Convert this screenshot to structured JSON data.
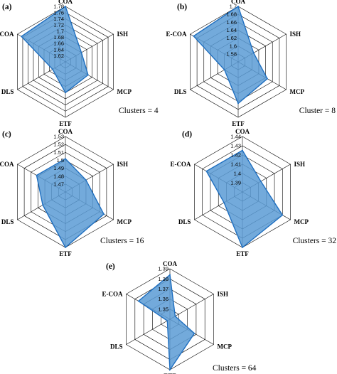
{
  "chart_data": [
    {
      "type": "radar",
      "panel": "(a)",
      "caption": "Clusters = 4",
      "axes": [
        "COA",
        "ISH",
        "MCP",
        "ETF",
        "DLS",
        "E-COA"
      ],
      "ticks": [
        "1.62",
        "1.64",
        "1.66",
        "1.68",
        "1.7",
        "1.72",
        "1.74",
        "1.76",
        "1.78"
      ],
      "rlim": [
        1.6,
        1.78
      ],
      "values": [
        1.78,
        1.66,
        1.685,
        1.7,
        1.648,
        1.765
      ],
      "color": "#5b9bd5",
      "edge": "#1f6fc0"
    },
    {
      "type": "radar",
      "panel": "(b)",
      "caption": "Cluster = 8",
      "axes": [
        "COA",
        "ISH",
        "MCP",
        "ETF",
        "DLS",
        "E-COA"
      ],
      "ticks": [
        "1.58",
        "1.6",
        "1.62",
        "1.64",
        "1.66",
        "1.68",
        "1.7"
      ],
      "rlim": [
        1.56,
        1.7
      ],
      "values": [
        1.7,
        1.605,
        1.645,
        1.665,
        1.6,
        1.69
      ],
      "color": "#5b9bd5",
      "edge": "#1f6fc0"
    },
    {
      "type": "radar",
      "panel": "(c)",
      "caption": "Clusters = 16",
      "axes": [
        "COA",
        "ISH",
        "MCP",
        "ETF",
        "DLS",
        "E-COA"
      ],
      "ticks": [
        "1.47",
        "1.48",
        "1.49",
        "1.5",
        "1.51",
        "1.52",
        "1.53"
      ],
      "rlim": [
        1.46,
        1.53
      ],
      "values": [
        1.502,
        1.49,
        1.516,
        1.53,
        1.493,
        1.502
      ],
      "color": "#5b9bd5",
      "edge": "#1f6fc0"
    },
    {
      "type": "radar",
      "panel": "(d)",
      "caption": "Clusters = 32",
      "axes": [
        "COA",
        "ISH",
        "MCP",
        "ETF",
        "DLS",
        "E-COA"
      ],
      "ticks": [
        "1.39",
        "1.4",
        "1.41",
        "1.42",
        "1.43",
        "1.44"
      ],
      "rlim": [
        1.38,
        1.44
      ],
      "values": [
        1.425,
        1.403,
        1.43,
        1.44,
        1.403,
        1.425
      ],
      "color": "#5b9bd5",
      "edge": "#1f6fc0"
    },
    {
      "type": "radar",
      "panel": "(e)",
      "caption": "Clusters = 64",
      "axes": [
        "COA",
        "ISH",
        "MCP",
        "ETF",
        "DLS",
        "E-COA"
      ],
      "ticks": [
        "1.35",
        "1.36",
        "1.37",
        "1.38",
        "1.39"
      ],
      "rlim": [
        1.34,
        1.39
      ],
      "values": [
        1.384,
        1.346,
        1.368,
        1.39,
        1.343,
        1.376
      ],
      "color": "#5b9bd5",
      "edge": "#1f6fc0"
    }
  ]
}
